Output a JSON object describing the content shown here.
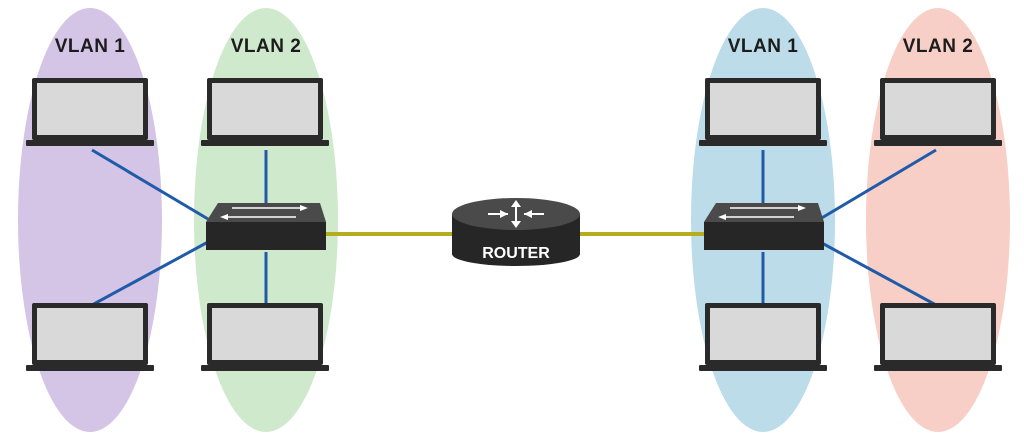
{
  "diagram": {
    "router": {
      "label": "ROUTER"
    },
    "left": {
      "vlan_a": {
        "label": "VLAN 1",
        "color": "#d4c5e6"
      },
      "vlan_b": {
        "label": "VLAN 2",
        "color": "#cfe9cc"
      }
    },
    "right": {
      "vlan_a": {
        "label": "VLAN 1",
        "color": "#bcdcea"
      },
      "vlan_b": {
        "label": "VLAN 2",
        "color": "#f8cfc6"
      }
    },
    "colors": {
      "trunk_link": "#b5ad1e",
      "access_link": "#1f5ba8",
      "device": "#2b2b2b",
      "laptop_screen": "#d9d9d9"
    }
  }
}
